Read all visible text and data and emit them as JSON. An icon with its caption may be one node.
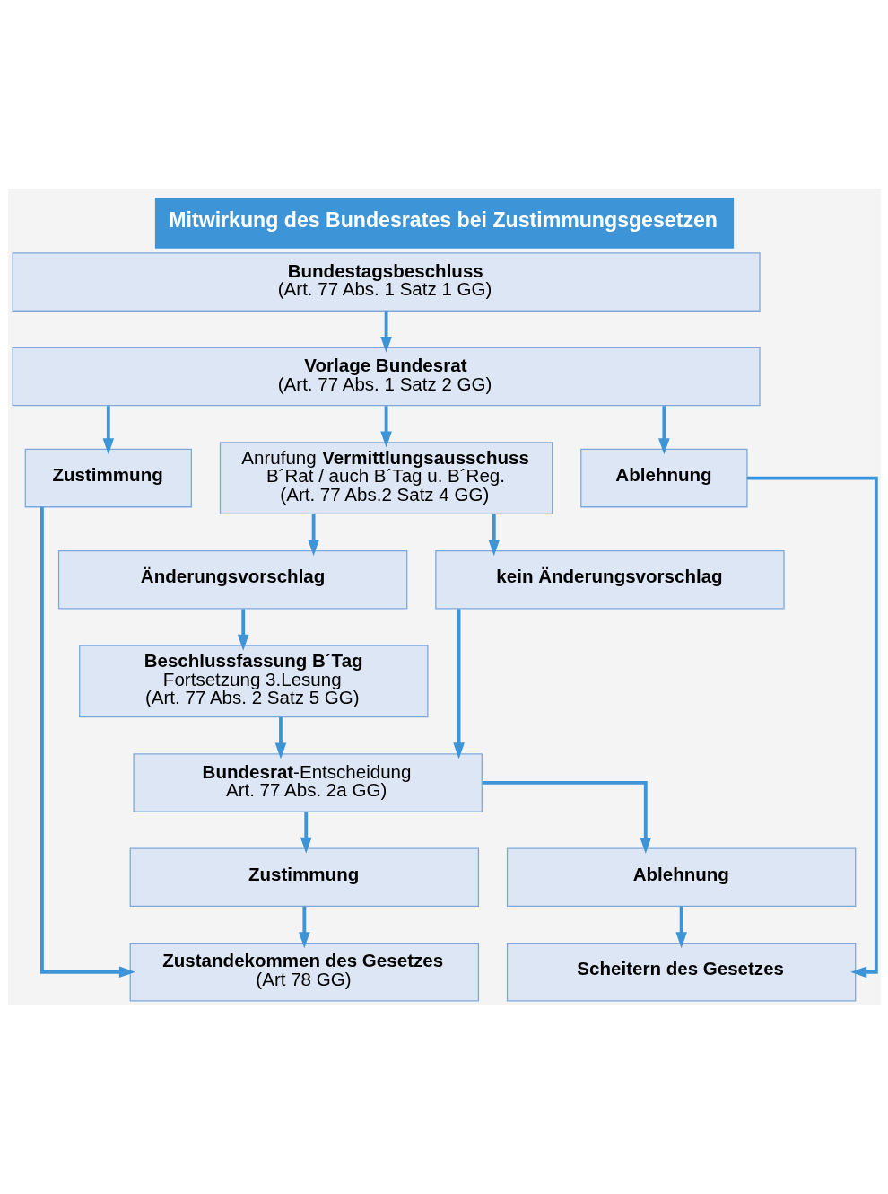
{
  "diagram": {
    "title": "Mitwirkung des Bundesrates bei Zustimmungsgesetzen",
    "nodes": [
      {
        "text": [
          "Bundestagsbeschluss",
          "(Art. 77 Abs. 1 Satz 1 GG)"
        ]
      },
      {
        "text": [
          "Vorlage Bundesrat",
          "(Art. 77 Abs. 1 Satz 2 GG)"
        ]
      },
      {
        "text": [
          "Zustimmung"
        ]
      },
      {
        "text": [
          "Anrufung **Vermittlungsausschuss**",
          "B´Rat / auch B´Tag u. B´Reg.",
          "(Art. 77 Abs.2 Satz 4 GG)"
        ]
      },
      {
        "text": [
          "Ablehnung"
        ]
      },
      {
        "text": [
          "Änderungsvorschlag"
        ]
      },
      {
        "text": [
          "kein Änderungsvorschlag"
        ]
      },
      {
        "text": [
          "Beschlussfassung B´Tag",
          "Fortsetzung 3.Lesung",
          "(Art. 77 Abs. 2 Satz 5 GG)"
        ]
      },
      {
        "text": [
          "**Bundesrat**-Entscheidung",
          "Art. 77 Abs. 2a GG)"
        ]
      },
      {
        "text": [
          "Zustimmung"
        ]
      },
      {
        "text": [
          "Ablehnung"
        ]
      },
      {
        "text": [
          "Zustandekommen des Gesetzes",
          "(Art 78 GG)"
        ]
      },
      {
        "text": [
          "Scheitern des Gesetzes"
        ]
      }
    ],
    "edges": [
      {
        "from": 0,
        "to": 1,
        "arrow": "to"
      },
      {
        "from": 1,
        "to": 2,
        "arrow": "to"
      },
      {
        "from": 1,
        "to": 3,
        "arrow": "to"
      },
      {
        "from": 1,
        "to": 4,
        "arrow": "to"
      },
      {
        "from": 3,
        "to": 5,
        "arrow": "to"
      },
      {
        "from": 3,
        "to": 6,
        "arrow": "to"
      },
      {
        "from": 5,
        "to": 7,
        "arrow": "to"
      },
      {
        "from": 7,
        "to": 8,
        "arrow": "to"
      },
      {
        "from": 6,
        "to": 8,
        "arrow": "to"
      },
      {
        "from": 8,
        "to": 9,
        "arrow": "to"
      },
      {
        "from": 8,
        "to": 10,
        "arrow": "to"
      },
      {
        "from": 2,
        "to": 11,
        "arrow": "to"
      },
      {
        "from": 9,
        "to": 11,
        "arrow": "to"
      },
      {
        "from": 10,
        "to": 12,
        "arrow": "to"
      },
      {
        "from": 4,
        "to": 12,
        "arrow": "to"
      }
    ]
  }
}
